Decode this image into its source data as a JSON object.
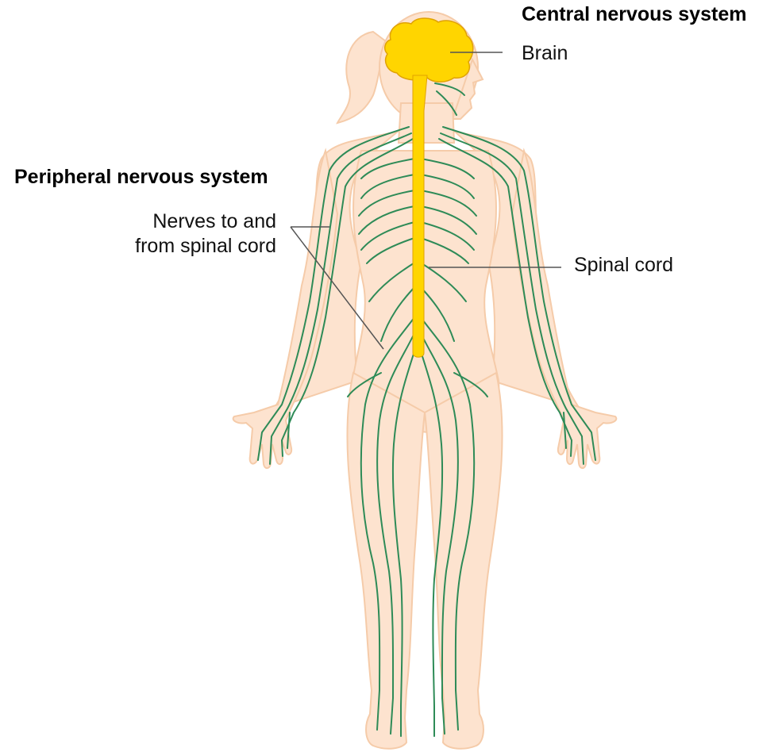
{
  "headings": {
    "central": "Central nervous system",
    "peripheral": "Peripheral nervous system"
  },
  "labels": {
    "brain": "Brain",
    "spinal_cord": "Spinal cord",
    "nerves_line1": "Nerves to and",
    "nerves_line2": "from spinal cord"
  },
  "colors": {
    "skin": "#fde3cf",
    "skin_outline": "#f5cba9",
    "brain": "#ffd500",
    "brain_outline": "#e0a200",
    "nerve": "#2e8b57",
    "leader_line": "#555555"
  }
}
